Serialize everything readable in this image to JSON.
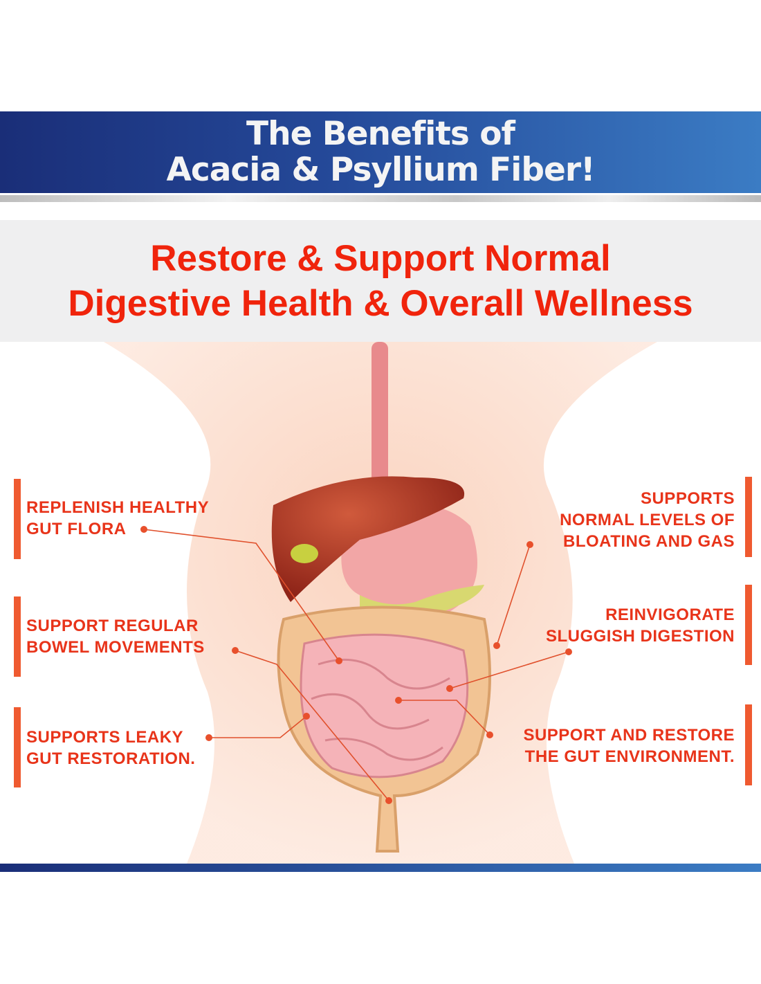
{
  "header": {
    "line1": "The Benefits of",
    "line2": "Acacia & Psyllium Fiber!"
  },
  "subheading": {
    "line1": "Restore & Support Normal",
    "line2": "Digestive Health & Overall Wellness"
  },
  "benefits_left": [
    {
      "line1": "REPLENISH HEALTHY",
      "line2": "GUT FLORA"
    },
    {
      "line1": "SUPPORT REGULAR",
      "line2": "BOWEL MOVEMENTS"
    },
    {
      "line1": "SUPPORTS LEAKY",
      "line2": "GUT RESTORATION."
    }
  ],
  "benefits_right": [
    {
      "line1": "SUPPORTS",
      "line2": "NORMAL LEVELS OF",
      "line3": "BLOATING AND GAS"
    },
    {
      "line1": "REINVIGORATE",
      "line2": "SLUGGISH DIGESTION"
    },
    {
      "line1": "SUPPORT AND RESTORE",
      "line2": "THE GUT ENVIRONMENT."
    }
  ],
  "colors": {
    "accent": "#e8341a",
    "banner_start": "#1a2e78",
    "banner_end": "#3b7cc4"
  }
}
